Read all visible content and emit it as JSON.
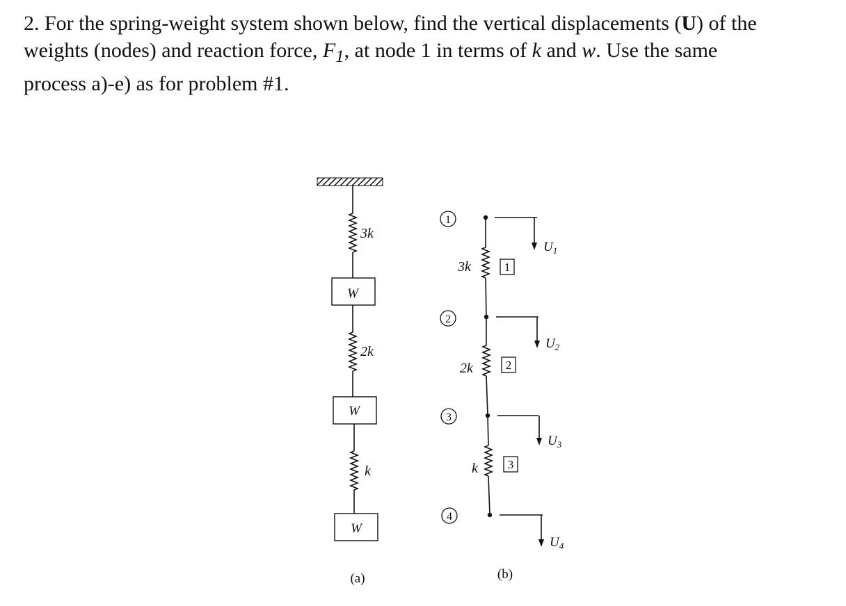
{
  "problem": {
    "line1_prefix": "2.  For the spring-weight system shown below, find the vertical displacements (",
    "line1_bold": "U",
    "line1_suffix": ") of the",
    "line2_a": "weights (nodes) and reaction force, ",
    "line2_F": "F",
    "line2_sub": "1",
    "line2_b": ", at node 1 in terms of ",
    "line2_k": "k",
    "line2_c": " and ",
    "line2_w": "w",
    "line2_d": ".  Use the same",
    "line3": "process a)-e) as for problem #1."
  },
  "figure_a": {
    "caption": "(a)",
    "springs": [
      "3k",
      "2k",
      "k"
    ],
    "weights": [
      "W",
      "W",
      "W"
    ]
  },
  "figure_b": {
    "caption": "(b)",
    "nodes": [
      "1",
      "2",
      "3",
      "4"
    ],
    "springs": [
      "3k",
      "2k",
      "k"
    ],
    "elements": [
      "1",
      "2",
      "3"
    ],
    "displacements": [
      {
        "symbol": "U",
        "sub": "1"
      },
      {
        "symbol": "U",
        "sub": "2"
      },
      {
        "symbol": "U",
        "sub": "3"
      },
      {
        "symbol": "U",
        "sub": "4"
      }
    ]
  }
}
